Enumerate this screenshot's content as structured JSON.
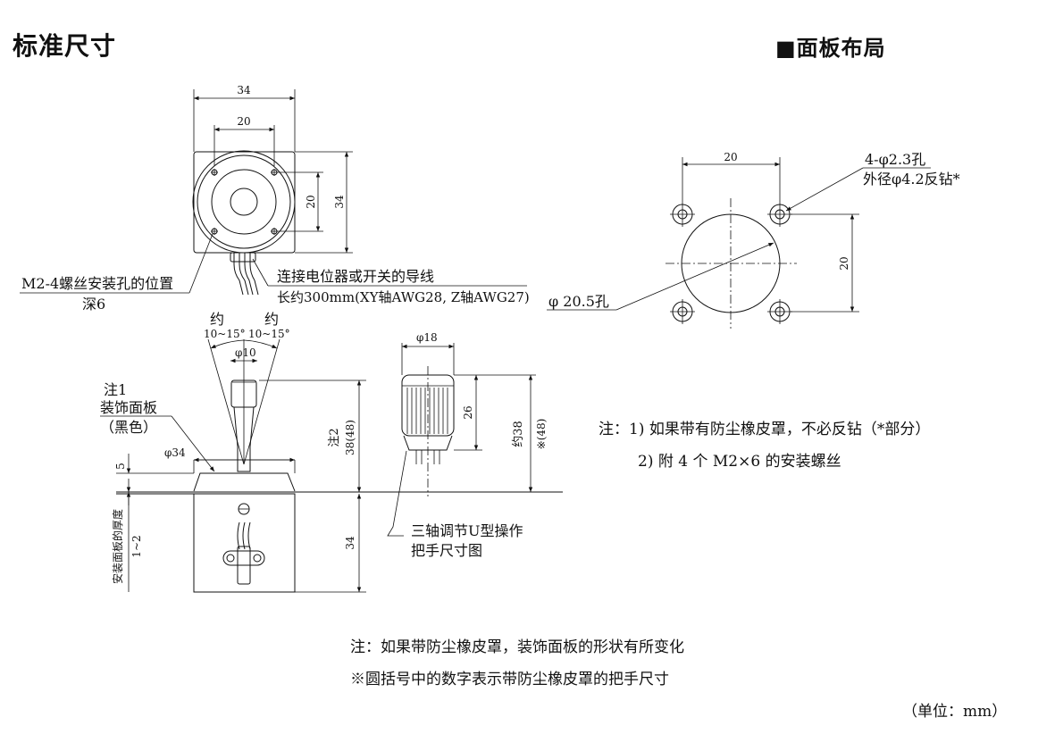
{
  "titles": {
    "main": "标准尺寸",
    "panel": "■面板布局"
  },
  "top_view": {
    "dim_width": "34",
    "dim_hole_pitch": "20",
    "dim_height": "34",
    "dim_hole_pitch_v": "20",
    "mount_hole_label": "M2-4螺丝安装孔的位置",
    "mount_hole_depth": "深6",
    "lead_label_1": "连接电位器或开关的导线",
    "lead_label_2": "长约300mm(XY轴AWG28, Z轴AWG27)"
  },
  "side_view": {
    "angle_word": "约",
    "angle_range": "10~15°",
    "dim_stick_dia": "φ10",
    "note_label_1": "注1",
    "note_label_2": "装饰面板",
    "note_label_3": "（黑色）",
    "dim_bezel_dia": "φ34",
    "dim_bezel_height": "5",
    "dim_panel_thickness_label": "安装面板的厚度",
    "dim_panel_thickness": "1~2",
    "dim_handle_height_note": "注2",
    "dim_handle_height": "38(48)",
    "dim_body_height": "34"
  },
  "handle_view": {
    "dim_dia": "φ18",
    "dim_grip": "26",
    "dim_total": "约38",
    "dim_total_alt": "※(48)",
    "caption_1": "三轴调节U型操作",
    "caption_2": "把手尺寸图"
  },
  "panel_layout": {
    "dim_pitch_h": "20",
    "dim_pitch_v": "20",
    "hole_label_1": "4-φ2.3孔",
    "hole_label_2": "外径φ4.2反钻*",
    "center_hole_label": "φ 20.5孔"
  },
  "notes": {
    "note_1": "注：1)  如果带有防尘橡皮罩，不必反钻（*部分）",
    "note_2": "2)  附 4 个 M2×6 的安装螺丝"
  },
  "footer": {
    "line_1": "注：如果带防尘橡皮罩，装饰面板的形状有所变化",
    "line_2": "※圆括号中的数字表示带防尘橡皮罩的把手尺寸",
    "unit": "（单位：mm）"
  }
}
